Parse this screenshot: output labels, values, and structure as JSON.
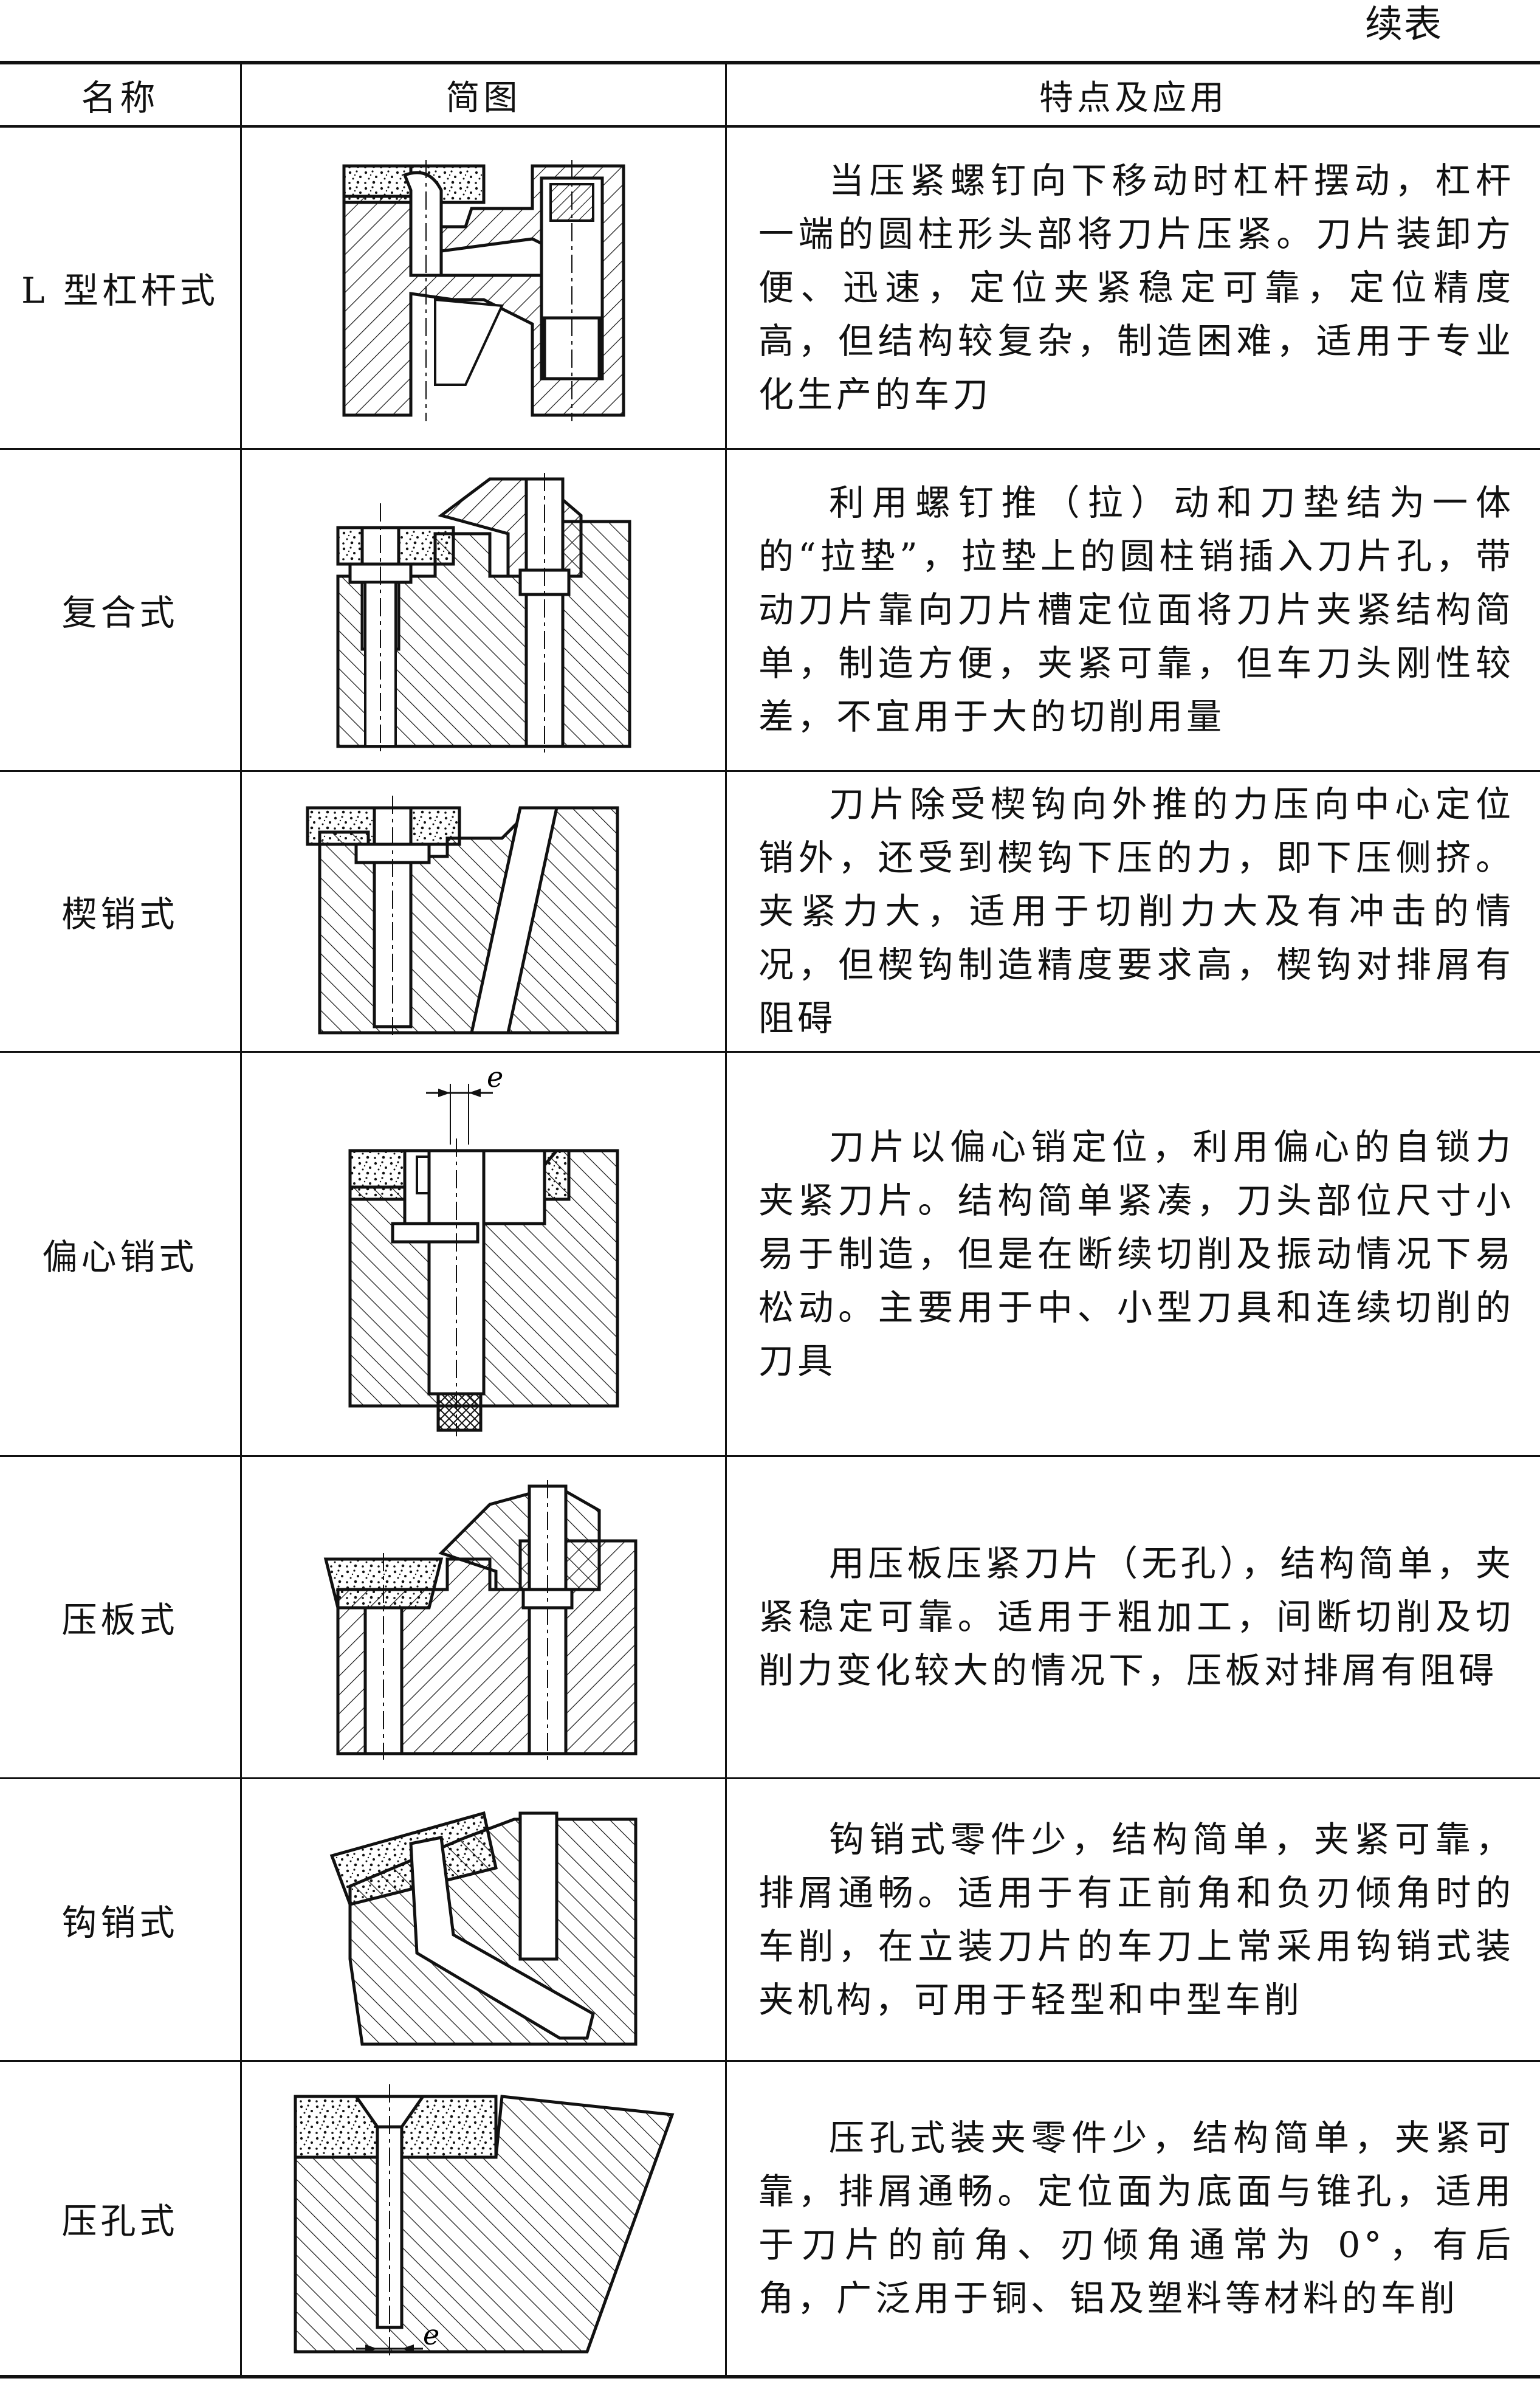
{
  "continued_label": "续表",
  "headers": [
    "名称",
    "简图",
    "特点及应用"
  ],
  "rows": [
    {
      "name": "L 型杠杆式",
      "figure": "l-lever-clamp-diagram",
      "description": "当压紧螺钉向下移动时杠杆摆动，杠杆一端的圆柱形头部将刀片压紧。刀片装卸方便、迅速，定位夹紧稳定可靠，定位精度高，但结构较复杂，制造困难，适用于专业化生产的车刀"
    },
    {
      "name": "复合式",
      "figure": "compound-clamp-diagram",
      "description": "利用螺钉推（拉）动和刀垫结为一体的“拉垫”，拉垫上的圆柱销插入刀片孔，带动刀片靠向刀片槽定位面将刀片夹紧结构简单，制造方便，夹紧可靠，但车刀头刚性较差，不宜用于大的切削用量"
    },
    {
      "name": "楔销式",
      "figure": "wedge-pin-clamp-diagram",
      "description": "刀片除受楔钩向外推的力压向中心定位销外，还受到楔钩下压的力，即下压侧挤。夹紧力大，适用于切削力大及有冲击的情况，但楔钩制造精度要求高，楔钩对排屑有阻碍"
    },
    {
      "name": "偏心销式",
      "figure": "eccentric-pin-clamp-diagram",
      "description": "刀片以偏心销定位，利用偏心的自锁力夹紧刀片。结构简单紧凑，刀头部位尺寸小易于制造，但是在断续切削及振动情况下易松动。主要用于中、小型刀具和连续切削的刀具",
      "dim_label": "e"
    },
    {
      "name": "压板式",
      "figure": "clamp-plate-diagram",
      "description": "用压板压紧刀片（无孔），结构简单，夹紧稳定可靠。适用于粗加工，间断切削及切削力变化较大的情况下，压板对排屑有阻碍"
    },
    {
      "name": "钩销式",
      "figure": "hook-pin-clamp-diagram",
      "description": "钩销式零件少，结构简单，夹紧可靠，排屑通畅。适用于有正前角和负刃倾角时的车削，在立装刀片的车刀上常采用钩销式装夹机构，可用于轻型和中型车削"
    },
    {
      "name": "压孔式",
      "figure": "hole-clamp-diagram",
      "description": "压孔式装夹零件少，结构简单，夹紧可靠，排屑通畅。定位面为底面与锥孔，适用于刀片的前角、刃倾角通常为 0°，有后角，广泛用于铜、铝及塑料等材料的车削",
      "dim_label": "e"
    }
  ]
}
